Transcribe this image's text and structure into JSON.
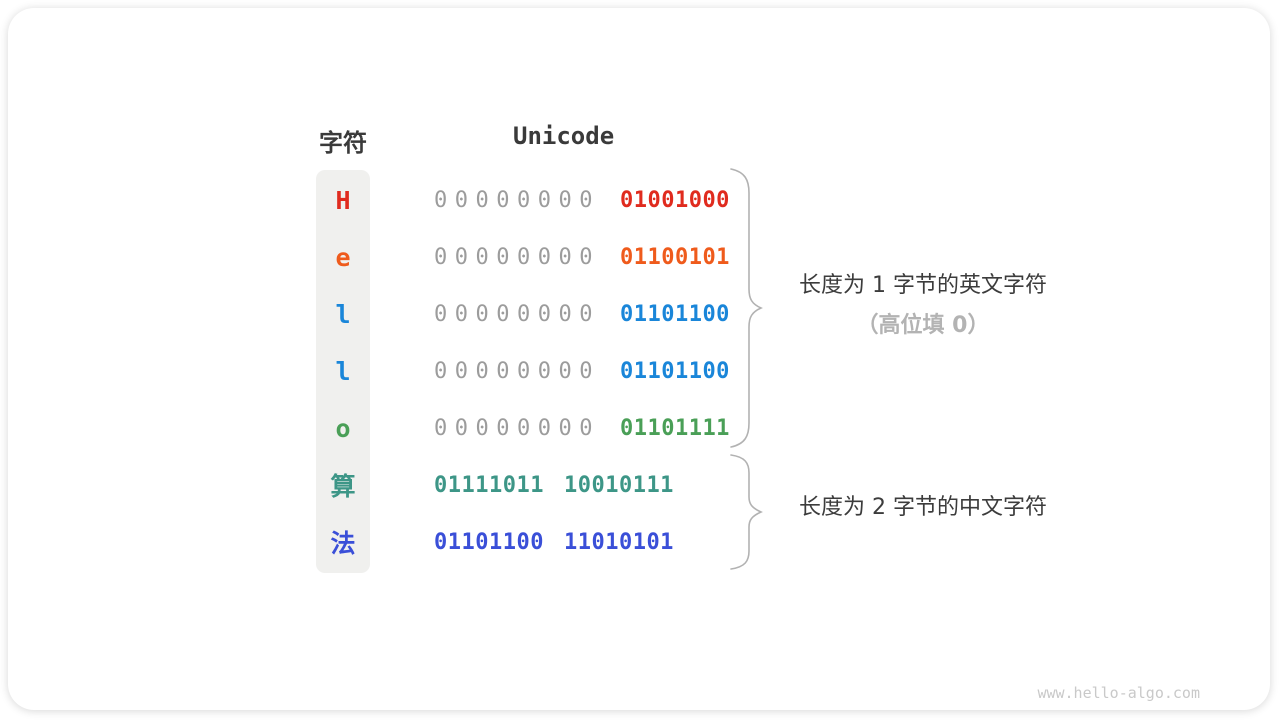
{
  "table": {
    "headers": {
      "char": "字符",
      "unicode": "Unicode"
    },
    "rows": [
      {
        "char": "H",
        "color": "#e02b1e",
        "byte_high": "00000000",
        "byte_low": "01001000",
        "bytes": 1
      },
      {
        "char": "e",
        "color": "#ef5b1c",
        "byte_high": "00000000",
        "byte_low": "01100101",
        "bytes": 1
      },
      {
        "char": "l",
        "color": "#1a86d9",
        "byte_high": "00000000",
        "byte_low": "01101100",
        "bytes": 1
      },
      {
        "char": "l",
        "color": "#1a86d9",
        "byte_high": "00000000",
        "byte_low": "01101100",
        "bytes": 1
      },
      {
        "char": "o",
        "color": "#4a9f57",
        "byte_high": "00000000",
        "byte_low": "01101111",
        "bytes": 1
      },
      {
        "char": "算",
        "color": "#3d9687",
        "byte_high": "01111011",
        "byte_low": "10010111",
        "bytes": 2
      },
      {
        "char": "法",
        "color": "#3a4fd8",
        "byte_high": "01101100",
        "byte_low": "11010101",
        "bytes": 2
      }
    ]
  },
  "annotations": {
    "group1_line1": "长度为 1 字节的英文字符",
    "group1_line2": "（高位填 0）",
    "group2_line1": "长度为 2 字节的中文字符"
  },
  "watermark": "www.hello-algo.com",
  "colors": {
    "unused_zero_gray": "#9c9c9c",
    "heading_text": "#3a3a3a",
    "annotation_text": "#3c3c3c",
    "annotation_muted": "#b3b3b3",
    "char_column_bg": "#f0f0ee",
    "brace_stroke": "#b2b2b2"
  }
}
